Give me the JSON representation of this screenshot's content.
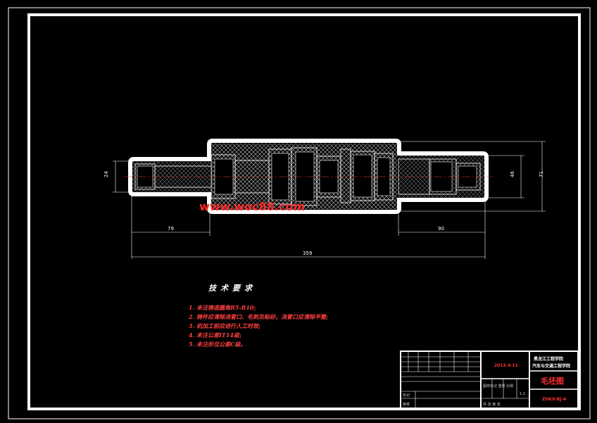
{
  "dimensions": {
    "left_diameter": "24",
    "right_diameter": "46",
    "overall_diameter": "71",
    "left_length": "79",
    "right_length": "90",
    "total_length": "359"
  },
  "watermark": "www.woc88.com",
  "technical_requirements": {
    "title": "技术要求",
    "items": [
      "1. 未注铸造圆角R5-R10;",
      "2. 铸件应清除浇冒口、毛刺及粘砂，浇冒口应清除平整;",
      "3. 机加工前应进行人工时效;",
      "4. 未注公差IT14级;",
      "5. 未注形位公差C级。"
    ]
  },
  "title_block": {
    "date": "2013.4.11",
    "school_line1": "黑龙江工程学院",
    "school_line2": "汽车与交通工程学院",
    "drawing_name": "毛坯图",
    "drawing_code": "ZHKX-BJ-4",
    "row_label_1": "标记",
    "row_label_2": "审核",
    "cell_note": "图样标记 重量 比例",
    "cell_note2": "共 张 第 张",
    "scale": "1:1"
  },
  "colors": {
    "background": "#000000",
    "frame": "#ffffff",
    "annotation": "#ff3030",
    "part_outline": "#ffffff",
    "hatch": "#9a9a9a"
  }
}
